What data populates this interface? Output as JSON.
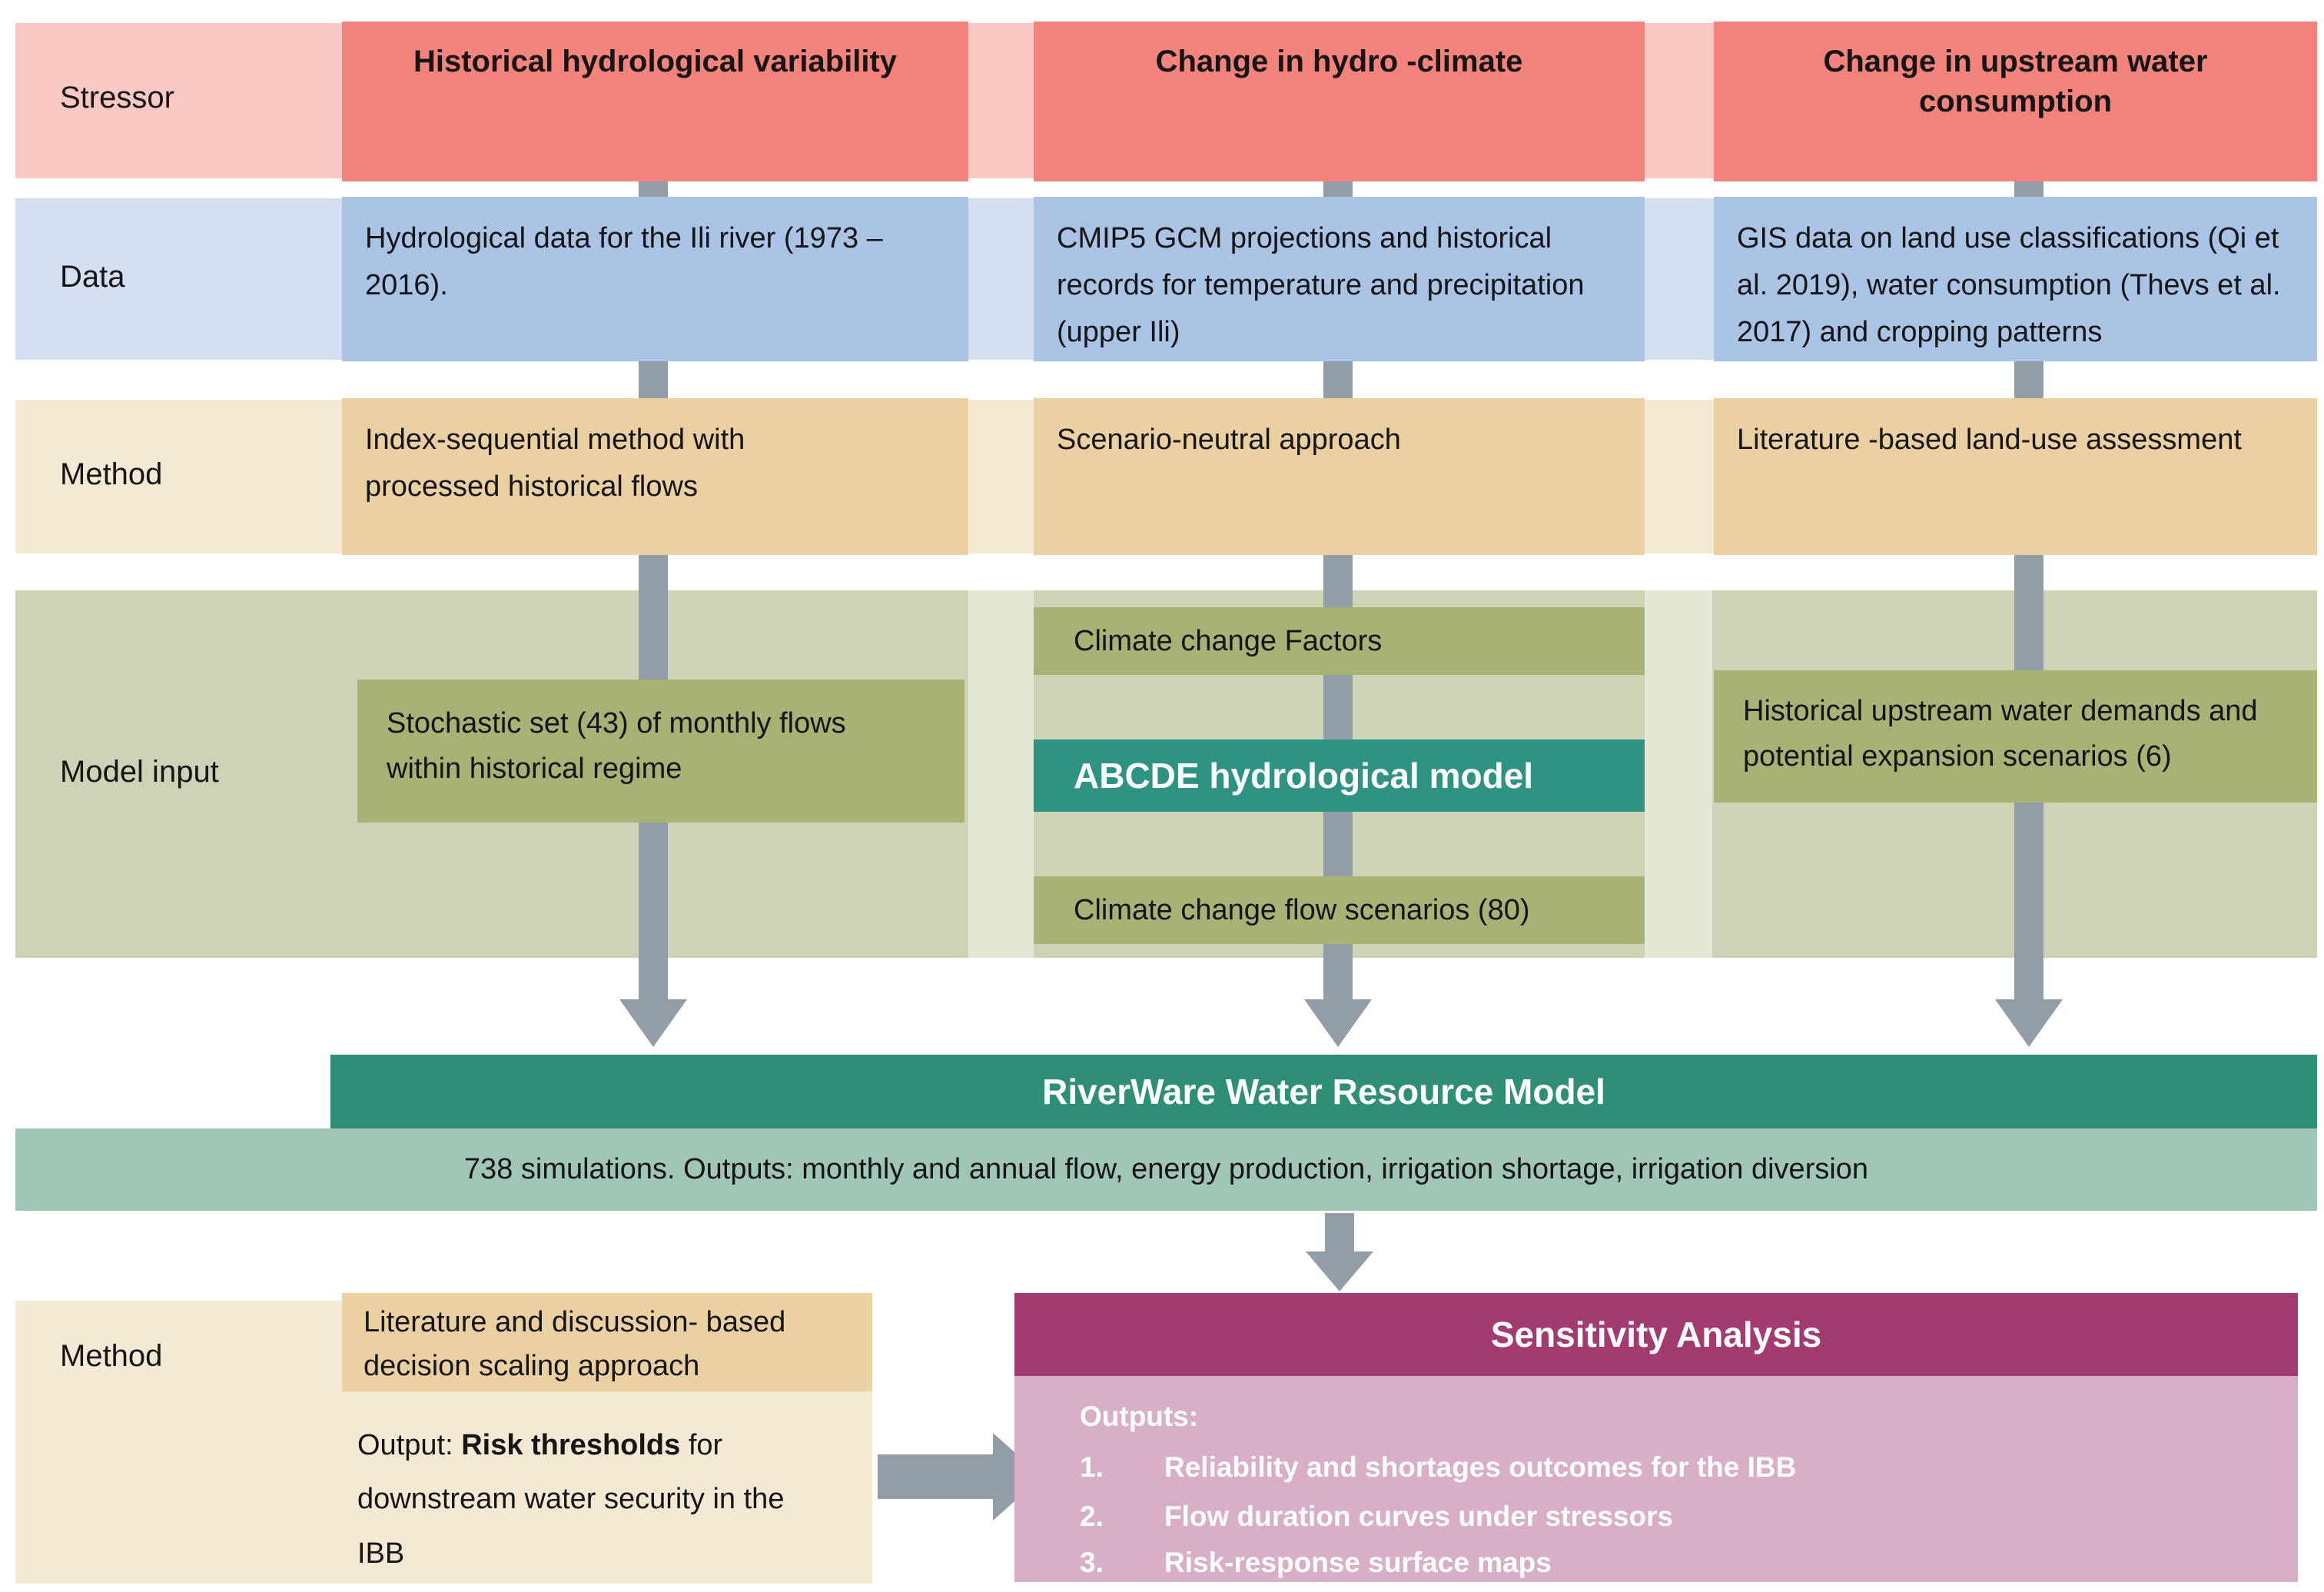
{
  "palette": {
    "stressor_box": "#F4847B",
    "stressor_band": "#FBC9C3",
    "data_box": "#AAC4E5",
    "data_band": "#D4E0F1",
    "method_box": "#EBD0A1",
    "method_band": "#F4E9D3",
    "model_band": "#CDD4B5",
    "model_box": "#A9B175",
    "abcde_teal": "#2F9384",
    "riverware_header": "#2F8E76",
    "riverware_band": "#A0C6B6",
    "sensitivity_header": "#A23C70",
    "sensitivity_body": "#D9AFC7",
    "arrow_gray": "#929DA8",
    "text_dark": "#151515",
    "text_white": "#FFFFFF"
  },
  "stressor_row": {
    "label": "Stressor",
    "items": [
      "Historical hydrological variability",
      "Change in hydro -climate",
      "Change in upstream water consumption"
    ]
  },
  "data_row": {
    "label": "Data",
    "items": [
      "Hydrological data for the Ili river (1973 – 2016).",
      "CMIP5 GCM projections and historical records for temperature and precipitation (upper Ili)",
      "GIS data on land use classifications (Qi et al. 2019), water consumption (Thevs et al. 2017) and cropping patterns"
    ]
  },
  "method_row": {
    "label": "Method",
    "items": [
      "Index-sequential method with processed historical flows",
      "Scenario-neutral approach",
      "Literature -based land-use assessment"
    ]
  },
  "model_input": {
    "label": "Model input",
    "stochastic": "Stochastic set (43) of monthly flows within historical regime",
    "factors": "Climate change Factors",
    "abcde": "ABCDE hydrological model",
    "scenarios": "Climate change flow scenarios (80)",
    "demands": "Historical upstream water demands and potential expansion scenarios (6)"
  },
  "riverware": {
    "title": "RiverWare Water Resource Model",
    "subtitle": "738 simulations. Outputs: monthly and annual flow, energy production, irrigation shortage, irrigation diversion"
  },
  "bottom": {
    "label": "Method",
    "method_box": "Literature and discussion- based decision scaling approach",
    "output_prefix": "Output: ",
    "output_bold": "Risk thresholds",
    "output_rest": " for downstream water security in the IBB"
  },
  "sensitivity": {
    "title": "Sensitivity Analysis",
    "outputs_label": "Outputs:",
    "items": [
      {
        "num": "1.",
        "text": "Reliability and shortages outcomes for the IBB"
      },
      {
        "num": "2.",
        "text": "Flow duration curves under stressors"
      },
      {
        "num": "3.",
        "text": "Risk-response surface maps"
      }
    ]
  }
}
